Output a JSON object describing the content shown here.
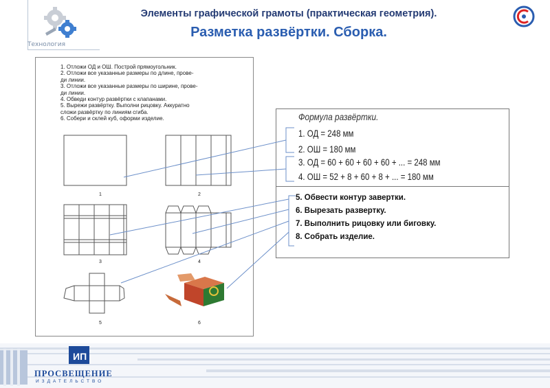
{
  "header": {
    "section_label": "Технология",
    "title_line1": "Элементы графической грамоты (практическая геометрия).",
    "title_line2": "Разметка развёртки. Сборка."
  },
  "textbook": {
    "instructions": [
      "1. Отложи ОД и ОШ. Построй прямоугольник.",
      "2. Отложи все указанные размеры по длине, прове-",
      "   ди линии.",
      "3. Отложи все указанные размеры по ширине, прове-",
      "   ди линии.",
      "4. Обведи контур развёртки с клапанами.",
      "5. Вырежи развёртку. Выполни рицовку. Аккуратно",
      "   сложи развёртку по линиям сгиба.",
      "6. Собери и склей куб, оформи изделие."
    ],
    "figure_numbers": [
      "1",
      "2",
      "3",
      "4",
      "5",
      "6"
    ]
  },
  "formula": {
    "title": "Формула развёртки.",
    "lines": [
      "1. ОД  = 248 мм",
      "2. ОШ = 180 мм",
      "3. ОД  =   60 + 60 + 60 + 60 + ... = 248 мм",
      "4. ОШ =   52 + 8 + 60 + 8 + ... = 180 мм"
    ]
  },
  "steps": [
    "5. Обвести контур завертки.",
    "6. Вырезать развертку.",
    "7.  Выполнить рицовку или биговку.",
    "8. Собрать изделие."
  ],
  "footer": {
    "brand": "ПРОСВЕЩЕНИЕ",
    "brand_sub": "ИЗДАТЕЛЬСТВО"
  },
  "colors": {
    "title_dark": "#233a73",
    "title_blue": "#2a5db0",
    "connector": "#6b8fc9",
    "footer_blue": "#1d4a9a"
  },
  "icons": {
    "logo": "gears-icon",
    "brand": "circle-logo-icon"
  }
}
